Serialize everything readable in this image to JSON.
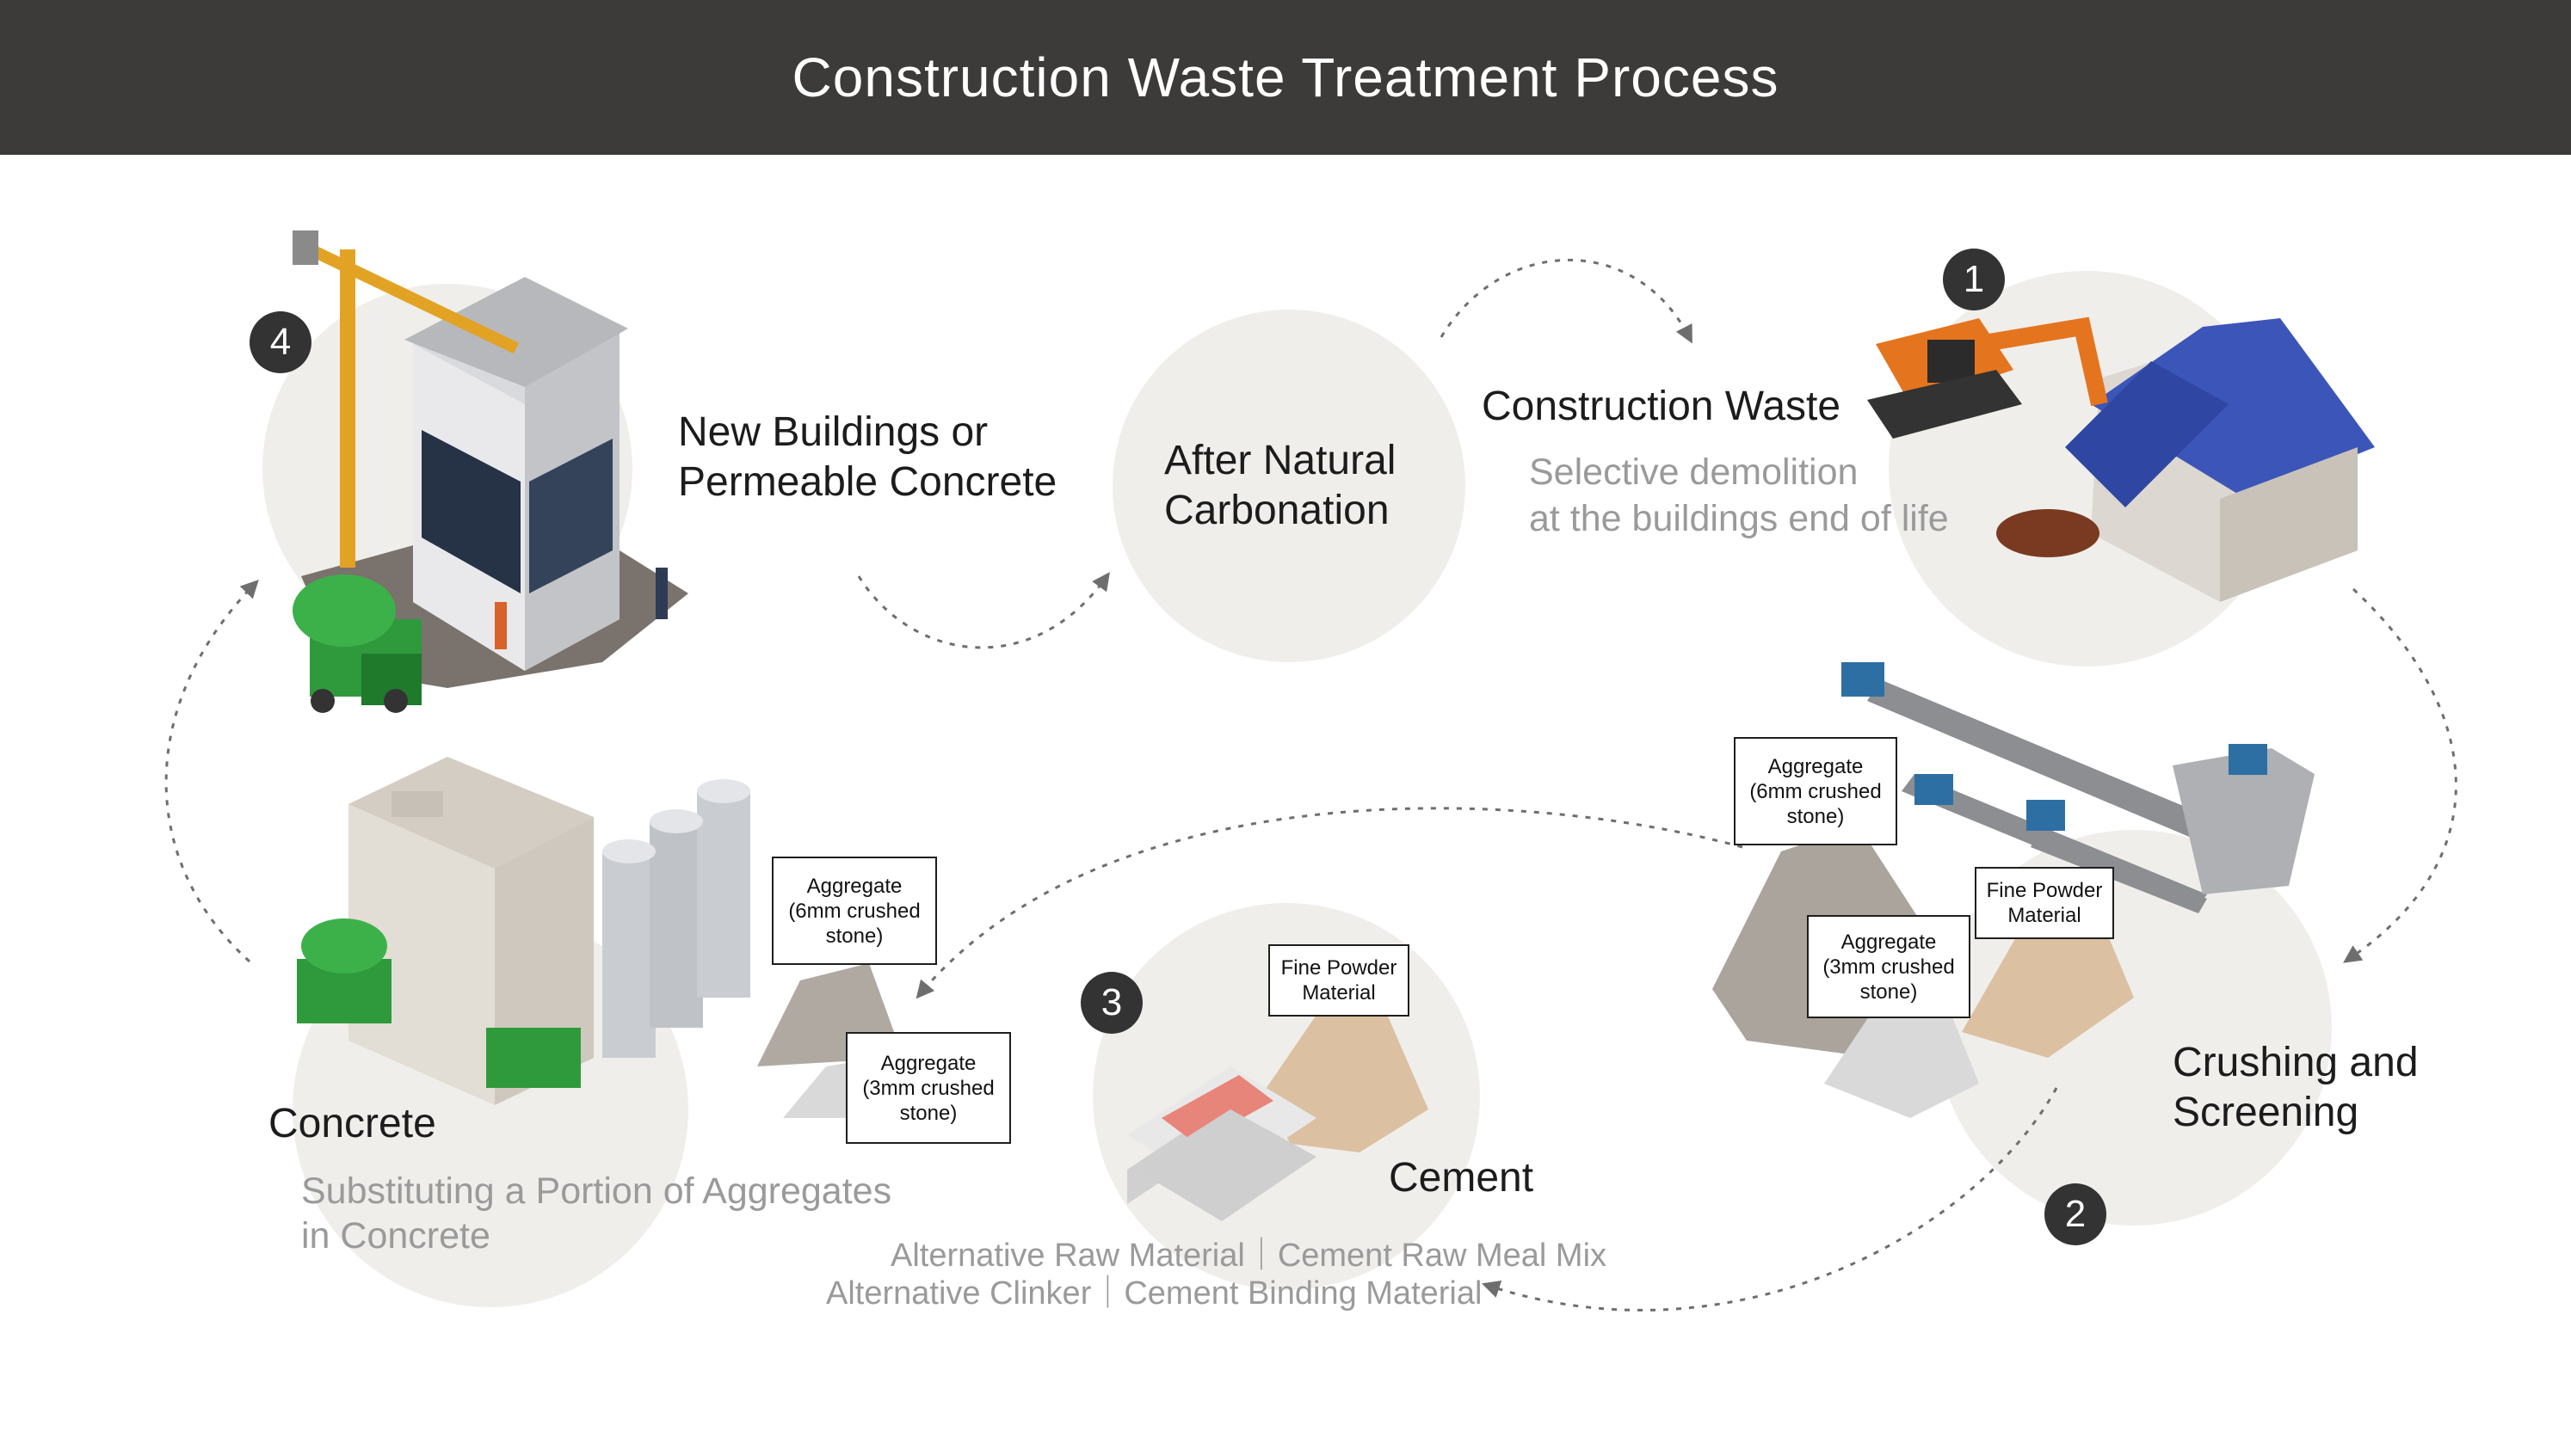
{
  "title": "Construction Waste Treatment Process",
  "steps": {
    "s1": {
      "number": "1",
      "label": "Construction Waste",
      "desc_line1": "Selective demolition",
      "desc_line2": "at the buildings end of life"
    },
    "s2": {
      "number": "2",
      "label_line1": "Crushing and",
      "label_line2": "Screening"
    },
    "s3": {
      "number": "3",
      "label": "Cement",
      "desc_line1": "Alternative Raw Material｜Cement Raw Meal Mix",
      "desc_line2": "Alternative Clinker｜Cement Binding Material"
    },
    "s4": {
      "number": "4",
      "label_line1": "New Buildings or",
      "label_line2": "Permeable Concrete"
    },
    "concrete": {
      "label": "Concrete",
      "desc_line1": "Substituting a Portion of Aggregates",
      "desc_line2": "in Concrete"
    },
    "carbonation": {
      "label_line1": "After Natural",
      "label_line2": "Carbonation"
    }
  },
  "tags": {
    "agg6_crusher": {
      "l1": "Aggregate",
      "l2": "(6mm crushed",
      "l3": "stone)"
    },
    "agg3_crusher": {
      "l1": "Aggregate",
      "l2": "(3mm crushed",
      "l3": "stone)"
    },
    "powder_crusher": {
      "l1": "Fine Powder",
      "l2": "Material"
    },
    "powder_cement": {
      "l1": "Fine Powder",
      "l2": "Material"
    },
    "agg6_concrete": {
      "l1": "Aggregate",
      "l2": "(6mm crushed",
      "l3": "stone)"
    },
    "agg3_concrete": {
      "l1": "Aggregate",
      "l2": "(3mm crushed",
      "l3": "stone)"
    }
  },
  "colors": {
    "header_bg": "#3d3b39",
    "circle_bg": "#efeeea",
    "arrow": "#6e6e6e",
    "step_badge": "#333333"
  }
}
